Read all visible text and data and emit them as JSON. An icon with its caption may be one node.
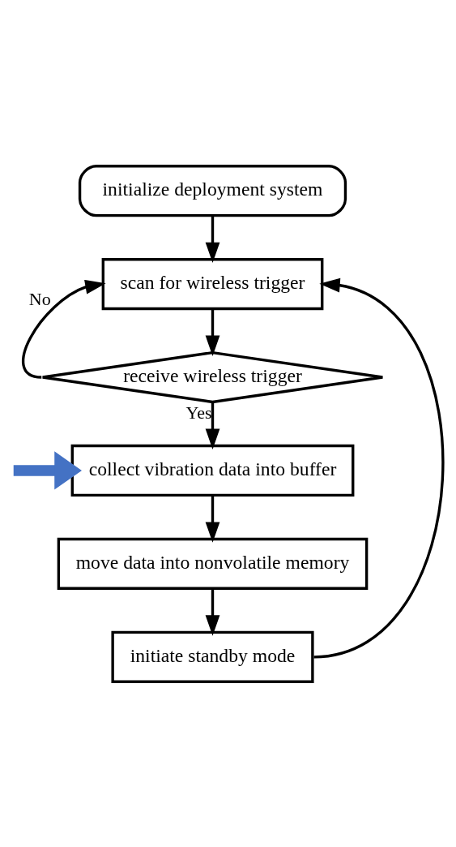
{
  "diagram": {
    "nodes": [
      {
        "text": [
          "initialize deployment system"
        ]
      },
      {
        "text": [
          "scan for wireless trigger"
        ]
      },
      {
        "text": [
          "receive wireless trigger"
        ]
      },
      {
        "text": [
          "collect vibration data into buffer"
        ]
      },
      {
        "text": [
          "move data into nonvolatile memory"
        ]
      },
      {
        "text": [
          "initiate standby mode"
        ]
      }
    ],
    "edges": [
      {
        "from": 0,
        "to": 1,
        "arrow": "to"
      },
      {
        "from": 1,
        "to": 2,
        "arrow": "to"
      },
      {
        "from": 2,
        "to": 1,
        "arrow": "to",
        "label": "No"
      },
      {
        "from": 2,
        "to": 3,
        "arrow": "to",
        "label": "Yes"
      },
      {
        "from": 3,
        "to": 4,
        "arrow": "to"
      },
      {
        "from": 4,
        "to": 5,
        "arrow": "to"
      },
      {
        "from": 5,
        "to": 1,
        "arrow": "to"
      },
      {
        "from": null,
        "to": 3,
        "arrow": "to",
        "style": "thick",
        "color": "#4472c4"
      }
    ]
  }
}
